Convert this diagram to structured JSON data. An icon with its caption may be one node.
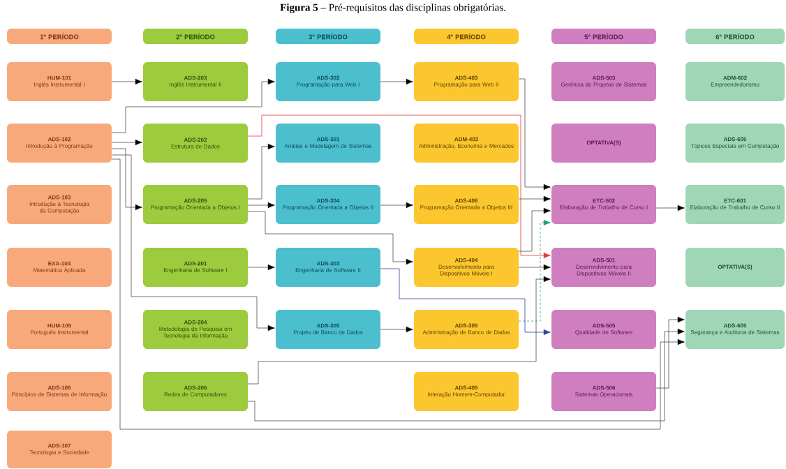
{
  "diagram": {
    "title": "**Figura 5** – Pré-requisitos das disciplinas obrigatórias.",
    "nodes": [
      {
        "text": [
          "1º PERÍODO"
        ]
      },
      {
        "text": [
          "2º PERÍODO"
        ]
      },
      {
        "text": [
          "3º PERÍODO"
        ]
      },
      {
        "text": [
          "4º PERÍODO"
        ]
      },
      {
        "text": [
          "5º PERÍODO"
        ]
      },
      {
        "text": [
          "6º PERÍODO"
        ]
      },
      {
        "text": [
          "HUM-101",
          "Inglês Instrumental I"
        ]
      },
      {
        "text": [
          "ADS-203",
          "Inglês Instrumental II"
        ]
      },
      {
        "text": [
          "ADS-302",
          "Programação para Web I"
        ]
      },
      {
        "text": [
          "ADS-403",
          "Programação para Web II"
        ]
      },
      {
        "text": [
          "ADS-503",
          "Gerência de Projetos de Sistemas"
        ]
      },
      {
        "text": [
          "ADM-602",
          "Empreendedorismo"
        ]
      },
      {
        "text": [
          "ADS-102",
          "Introdução à Programação"
        ]
      },
      {
        "text": [
          "ADS-202",
          "Estrutura de Dados"
        ]
      },
      {
        "text": [
          "ADS-301",
          "Análise e Modelagem de Sistemas"
        ]
      },
      {
        "text": [
          "ADM-403",
          "Administração, Economia e Mercados"
        ]
      },
      {
        "text": [
          "OPTATIVA(S)"
        ]
      },
      {
        "text": [
          "ADS-605",
          "Tópicos Especiais em Computação"
        ]
      },
      {
        "text": [
          "ADS-103",
          "Introdução à Tecnologia da Computação"
        ]
      },
      {
        "text": [
          "ADS-205",
          "Programação Orientada a Objetos I"
        ]
      },
      {
        "text": [
          "ADS-304",
          "Programação Orientada a Objetos II"
        ]
      },
      {
        "text": [
          "ADS-406",
          "Programação Orientada a Objetos III"
        ]
      },
      {
        "text": [
          "ETC-502",
          "Elaboração de Trabalho de Curso I"
        ]
      },
      {
        "text": [
          "ETC-601",
          "Elaboração de Trabalho de Curso II"
        ]
      },
      {
        "text": [
          "EXA-104",
          "Matemática Aplicada"
        ]
      },
      {
        "text": [
          "ADS-201",
          "Engenharia de Software I"
        ]
      },
      {
        "text": [
          "ADS-303",
          "Engenharia de Software II"
        ]
      },
      {
        "text": [
          "ADS-404",
          "Desenvolvimento para Dispositivos Móveis I"
        ]
      },
      {
        "text": [
          "ADS-501",
          "Desenvolvimento para Dispositivos Móveis II"
        ]
      },
      {
        "text": [
          "OPTATIVA(S)"
        ]
      },
      {
        "text": [
          "HUM-105",
          "Português Instrumental"
        ]
      },
      {
        "text": [
          "ADS-204",
          "Metodologia de Pesquisa em Tecnologia da Informação"
        ]
      },
      {
        "text": [
          "ADS-305",
          "Projeto de Banco de Dados"
        ]
      },
      {
        "text": [
          "ADS-305",
          "Administração de Banco de Dados"
        ]
      },
      {
        "text": [
          "ADS-505",
          "Qualidade de Software"
        ]
      },
      {
        "text": [
          "ADS-605",
          "Segurança e Auditoria de Sistemas"
        ]
      },
      {
        "text": [
          "ADS-106",
          "Princípios de Sistemas de Informação"
        ]
      },
      {
        "text": [
          "ADS-206",
          "Redes de Computadores"
        ]
      },
      {
        "text": [
          "ADS-405",
          "Interação Homem-Computador"
        ]
      },
      {
        "text": [
          "ADS-506",
          "Sistemas Operacionais"
        ]
      },
      {
        "text": [
          "ADS-107",
          "Tecnologia e Sociedade"
        ]
      }
    ],
    "edges": [
      {
        "from": 6,
        "to": 7,
        "arrow": "to"
      },
      {
        "from": 12,
        "to": 8,
        "arrow": "to"
      },
      {
        "from": 12,
        "to": 13,
        "arrow": "to"
      },
      {
        "from": 12,
        "to": 19,
        "arrow": "to"
      },
      {
        "from": 12,
        "to": 32,
        "arrow": "to"
      },
      {
        "from": 12,
        "to": 35,
        "arrow": "to"
      },
      {
        "from": 13,
        "to": 28,
        "arrow": "to",
        "color": "#e8333c"
      },
      {
        "from": 19,
        "to": 14,
        "arrow": "to"
      },
      {
        "from": 19,
        "to": 20,
        "arrow": "to"
      },
      {
        "from": 19,
        "to": 27,
        "arrow": "to"
      },
      {
        "from": 8,
        "to": 9,
        "arrow": "to"
      },
      {
        "from": 9,
        "to": 22,
        "arrow": "to"
      },
      {
        "from": 20,
        "to": 21,
        "arrow": "to"
      },
      {
        "from": 21,
        "to": 22,
        "arrow": "to"
      },
      {
        "from": 27,
        "to": 22,
        "arrow": "to"
      },
      {
        "from": 33,
        "to": 22,
        "arrow": "to",
        "style": "dashed",
        "color": "#1fa06a"
      },
      {
        "from": 27,
        "to": 28,
        "arrow": "to"
      },
      {
        "from": 37,
        "to": 28,
        "arrow": "to"
      },
      {
        "from": 26,
        "to": 34,
        "arrow": "to",
        "color": "#2d3e9e"
      },
      {
        "from": 32,
        "to": 33,
        "arrow": "to"
      },
      {
        "from": 25,
        "to": 26,
        "arrow": "to"
      },
      {
        "from": 39,
        "to": 35,
        "arrow": "to"
      },
      {
        "from": 37,
        "to": 35,
        "arrow": "to"
      },
      {
        "from": 22,
        "to": 23,
        "arrow": "to"
      }
    ]
  }
}
